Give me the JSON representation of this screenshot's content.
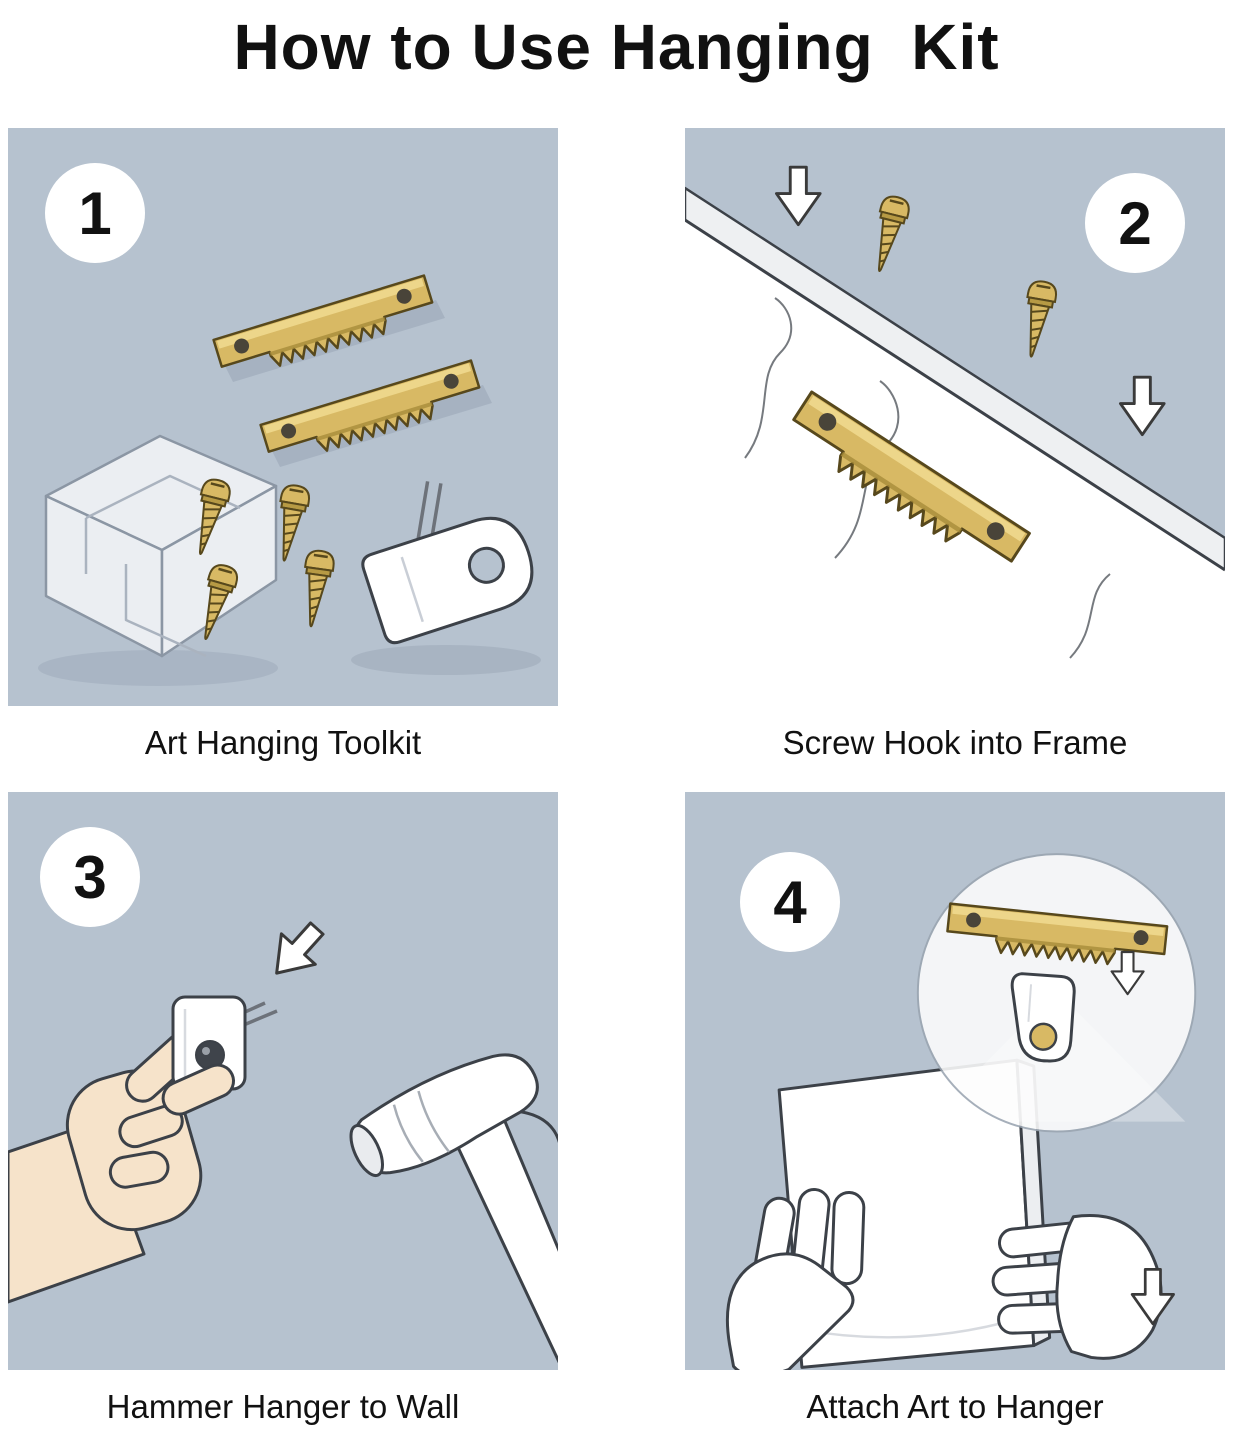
{
  "title": "How to Use Hanging  Kit",
  "panels": [
    {
      "number": "1",
      "caption": "Art Hanging Toolkit"
    },
    {
      "number": "2",
      "caption": "Screw Hook into Frame"
    },
    {
      "number": "3",
      "caption": "Hammer Hanger to Wall"
    },
    {
      "number": "4",
      "caption": "Attach Art to Hanger"
    }
  ],
  "colors": {
    "panel_background": "#b6c2cf",
    "brass": "#d8b964",
    "brass_highlight": "#efd98e",
    "brass_shadow": "#a88c3a",
    "outline": "#3c4148",
    "skin": "#f6e3ca",
    "white": "#ffffff",
    "shadow": "#99a6b6"
  },
  "icons": {
    "step1": [
      "acrylic-box-icon",
      "sawtooth-hanger-icon",
      "screw-icon",
      "wall-hook-icon"
    ],
    "step2": [
      "frame-molding-icon",
      "sawtooth-hanger-icon",
      "screw-icon",
      "down-arrow-icon"
    ],
    "step3": [
      "hand-icon",
      "wall-hanger-icon",
      "hammer-icon",
      "down-arrow-icon"
    ],
    "step4": [
      "magnifier-circle-icon",
      "sawtooth-hanger-icon",
      "wall-hook-icon",
      "canvas-icon",
      "hand-icon",
      "down-arrow-icon"
    ]
  }
}
